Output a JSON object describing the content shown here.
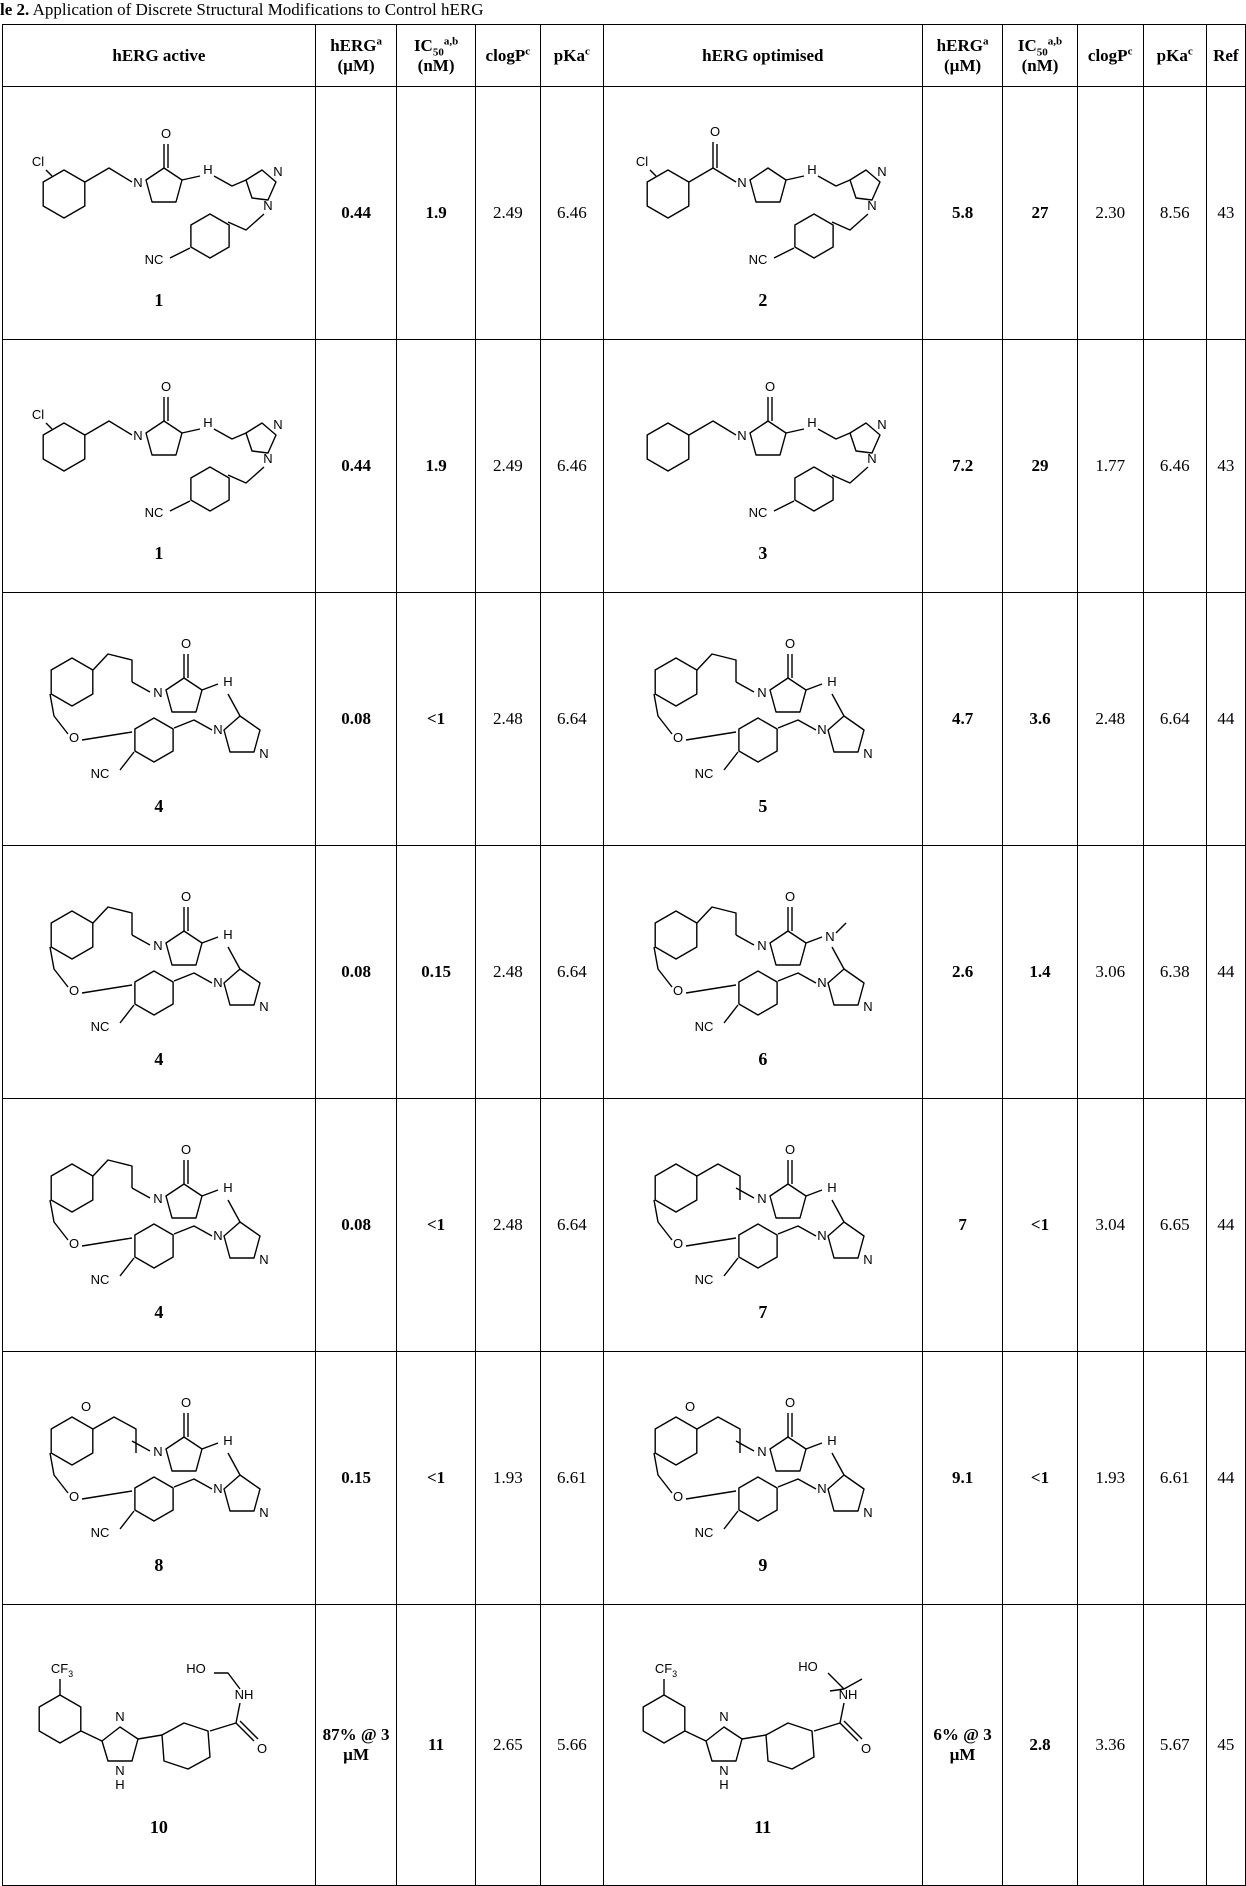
{
  "caption": {
    "label": "le 2.",
    "text": "Application of Discrete Structural Modifications to Control hERG"
  },
  "headers": {
    "active": "hERG active",
    "herg": "hERG",
    "herg_sup": "a",
    "herg_unit": "(µM)",
    "ic": "IC",
    "ic_sub": "50",
    "ic_sup": "a,b",
    "ic_unit": "(nM)",
    "clogp": "clogP",
    "clogp_sup": "c",
    "pka": "pKa",
    "pka_sup": "c",
    "optimised": "hERG optimised",
    "ref": "Ref"
  },
  "rows": [
    {
      "active_id": "1",
      "a_herg": "0.44",
      "a_ic": "1.9",
      "a_clogp": "2.49",
      "a_pka": "6.46",
      "opt_id": "2",
      "o_herg": "5.8",
      "o_ic": "27",
      "o_clogp": "2.30",
      "o_pka": "8.56",
      "ref": "43"
    },
    {
      "active_id": "1",
      "a_herg": "0.44",
      "a_ic": "1.9",
      "a_clogp": "2.49",
      "a_pka": "6.46",
      "opt_id": "3",
      "o_herg": "7.2",
      "o_ic": "29",
      "o_clogp": "1.77",
      "o_pka": "6.46",
      "ref": "43"
    },
    {
      "active_id": "4",
      "a_herg": "0.08",
      "a_ic": "<1",
      "a_clogp": "2.48",
      "a_pka": "6.64",
      "opt_id": "5",
      "o_herg": "4.7",
      "o_ic": "3.6",
      "o_clogp": "2.48",
      "o_pka": "6.64",
      "ref": "44"
    },
    {
      "active_id": "4",
      "a_herg": "0.08",
      "a_ic": "0.15",
      "a_clogp": "2.48",
      "a_pka": "6.64",
      "opt_id": "6",
      "o_herg": "2.6",
      "o_ic": "1.4",
      "o_clogp": "3.06",
      "o_pka": "6.38",
      "ref": "44"
    },
    {
      "active_id": "4",
      "a_herg": "0.08",
      "a_ic": "<1",
      "a_clogp": "2.48",
      "a_pka": "6.64",
      "opt_id": "7",
      "o_herg": "7",
      "o_ic": "<1",
      "o_clogp": "3.04",
      "o_pka": "6.65",
      "ref": "44"
    },
    {
      "active_id": "8",
      "a_herg": "0.15",
      "a_ic": "<1",
      "a_clogp": "1.93",
      "a_pka": "6.61",
      "opt_id": "9",
      "o_herg": "9.1",
      "o_ic": "<1",
      "o_clogp": "1.93",
      "o_pka": "6.61",
      "ref": "44"
    },
    {
      "active_id": "10",
      "a_herg": "87% @ 3 µM",
      "a_ic": "11",
      "a_clogp": "2.65",
      "a_pka": "5.66",
      "opt_id": "11",
      "o_herg": "6% @ 3 µM",
      "o_ic": "2.8",
      "o_clogp": "3.36",
      "o_pka": "5.67",
      "ref": "45"
    }
  ],
  "atoms": {
    "cl": "Cl",
    "nc": "NC",
    "n": "N",
    "o": "O",
    "h": "H",
    "hn": "H",
    "nh": "NH",
    "ho": "HO",
    "cf3": "CF",
    "cf3_sub": "3"
  }
}
